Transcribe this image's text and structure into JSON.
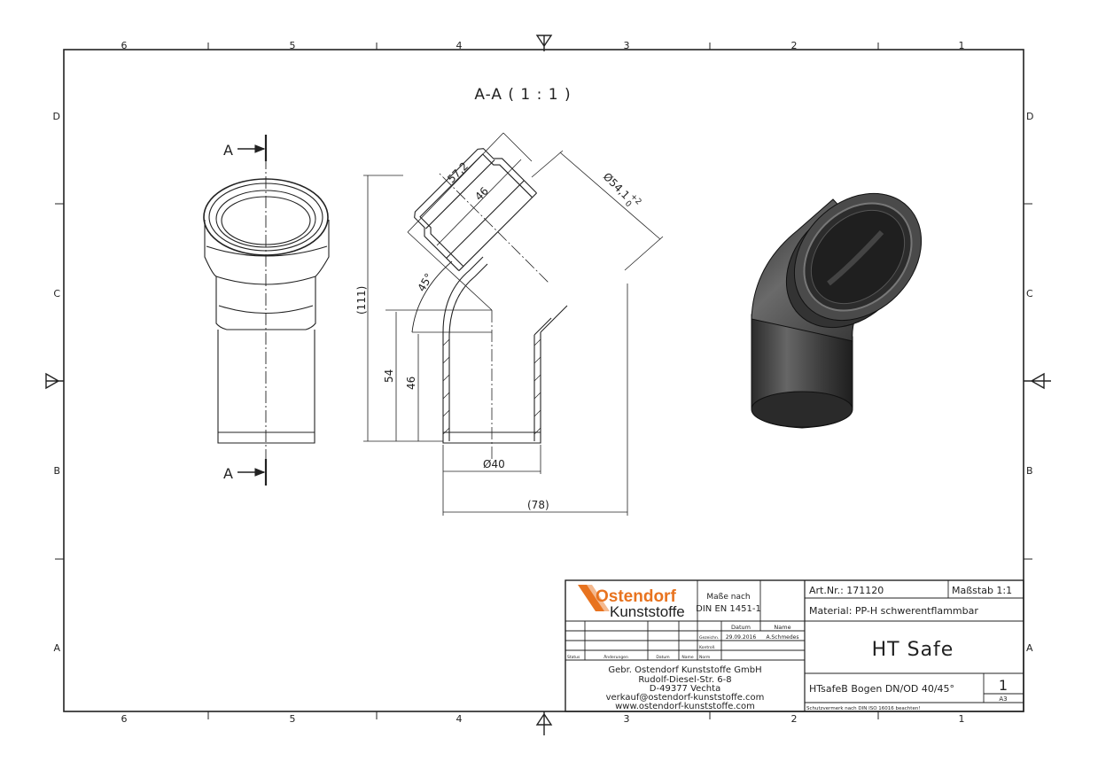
{
  "frame": {
    "columns_top": [
      "6",
      "5",
      "4",
      "3",
      "2",
      "1"
    ],
    "columns_bottom": [
      "6",
      "5",
      "4",
      "3",
      "2",
      "1"
    ],
    "rows_left": [
      "D",
      "C",
      "B",
      "A"
    ],
    "rows_right": [
      "D",
      "C",
      "B",
      "A"
    ]
  },
  "drawing": {
    "section_title": "A-A ( 1 : 1 )",
    "section_marker": "A",
    "dim_length_top": "57,2",
    "dim_insert_top": "46",
    "dim_diameter": "Ø54,1",
    "dim_tol_upper": "+2",
    "dim_tol_lower": "0",
    "dim_angle": "45°",
    "dim_height_total": "(111)",
    "dim_height_54": "54",
    "dim_height_46": "46",
    "dim_bottom_diameter": "Ø40",
    "dim_width_total": "(78)"
  },
  "title_block": {
    "logo_top": "Ostendorf",
    "logo_bottom": "Kunststoffe",
    "norm_line1": "Maße nach",
    "norm_line2": "DIN EN 1451-1",
    "col_datum": "Datum",
    "col_name": "Name",
    "row_gezeichnet": "Gezeichn.",
    "row_datum_value": "29.09.2016",
    "row_name_value": "A.Schmedes",
    "row_kontroll": "Kontroll.",
    "row_norm": "Norm",
    "col_status": "Status",
    "col_aenderungen": "Änderungen",
    "col_datum2": "Datum",
    "col_name2": "Name",
    "company": "Gebr. Ostendorf Kunststoffe GmbH",
    "street": "Rudolf-Diesel-Str. 6-8",
    "city": "D-49377 Vechta",
    "email": "verkauf@ostendorf-kunststoffe.com",
    "web": "www.ostendorf-kunststoffe.com",
    "art_nr": "Art.Nr.: 171120",
    "massstab": "Maßstab 1:1",
    "material": "Material: PP-H schwerentflammbar",
    "product": "HT Safe",
    "description": "HTsafeB Bogen DN/OD 40/45°",
    "sheet": "1",
    "format": "A3",
    "protection": "Schutzvermerk nach DIN ISO 16016 beachten!"
  },
  "colors": {
    "line": "#222222",
    "logo_orange": "#e8731f",
    "pipe_dark": "#3a3a3a",
    "pipe_mid": "#555555"
  }
}
